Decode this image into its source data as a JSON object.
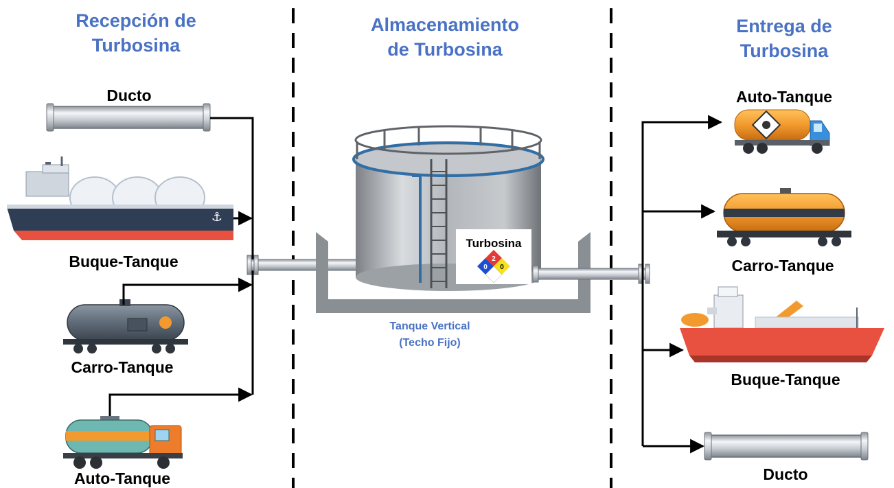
{
  "sections": {
    "reception": {
      "line1": "Recepción de",
      "line2": "Turbosina"
    },
    "storage": {
      "line1": "Almacenamiento",
      "line2": "de Turbosina"
    },
    "delivery": {
      "line1": "Entrega de",
      "line2": "Turbosina"
    }
  },
  "reception_items": {
    "ducto": "Ducto",
    "buque": "Buque-Tanque",
    "carro": "Carro-Tanque",
    "auto": "Auto-Tanque"
  },
  "delivery_items": {
    "auto": "Auto-Tanque",
    "carro": "Carro-Tanque",
    "buque": "Buque-Tanque",
    "ducto": "Ducto"
  },
  "tank": {
    "product_label": "Turbosina",
    "type_line1": "Tanque Vertical",
    "type_line2": "(Techo Fijo)",
    "nfpa": {
      "health": "0",
      "flammability": "2",
      "reactivity": "0"
    }
  },
  "colors": {
    "title_blue": "#4a72c4",
    "hull_red": "#e8513f",
    "hull_dark": "#2f3d55",
    "tank_orange": "#f29a2e",
    "tank_grey": "#5f6b78",
    "pipe_silver": "#c9ced4"
  }
}
